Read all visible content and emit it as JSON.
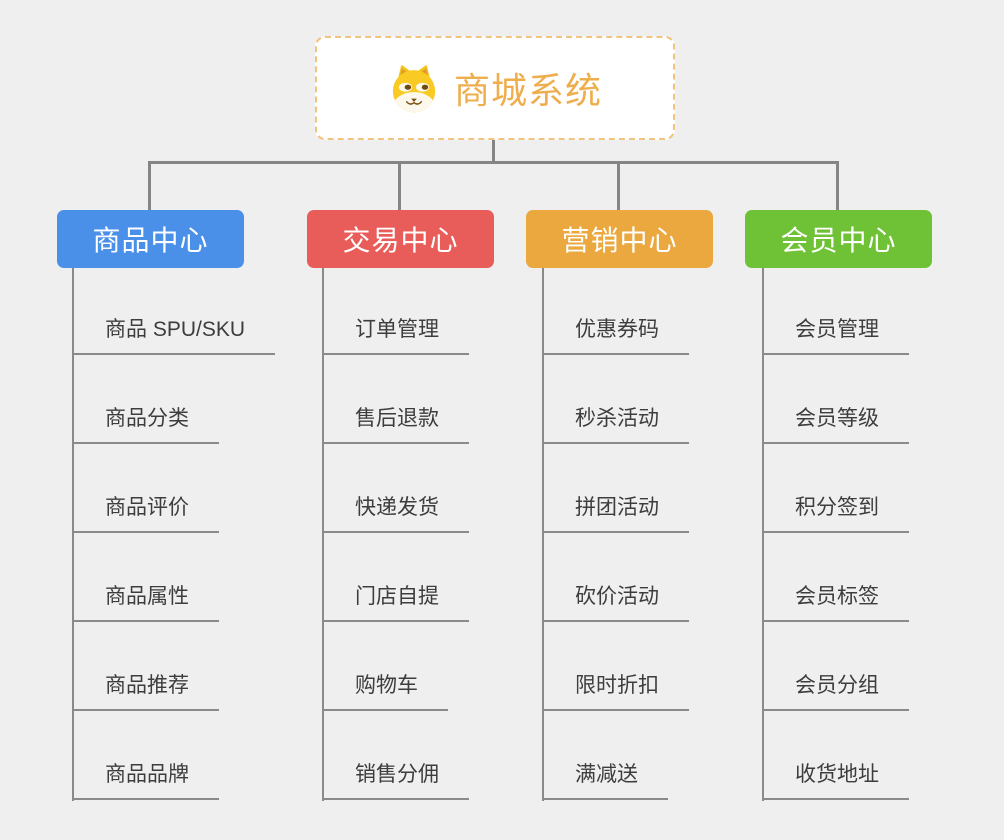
{
  "root": {
    "title": "商城系统",
    "icon": "dog-face-icon"
  },
  "branches": [
    {
      "label": "商品中心",
      "color": "#4a8fe8",
      "children": [
        "商品 SPU/SKU",
        "商品分类",
        "商品评价",
        "商品属性",
        "商品推荐",
        "商品品牌"
      ]
    },
    {
      "label": "交易中心",
      "color": "#e85c59",
      "children": [
        "订单管理",
        "售后退款",
        "快递发货",
        "门店自提",
        "购物车",
        "销售分佣"
      ]
    },
    {
      "label": "营销中心",
      "color": "#eaa83e",
      "children": [
        "优惠券码",
        "秒杀活动",
        "拼团活动",
        "砍价活动",
        "限时折扣",
        "满减送"
      ]
    },
    {
      "label": "会员中心",
      "color": "#6fc136",
      "children": [
        "会员管理",
        "会员等级",
        "积分签到",
        "会员标签",
        "会员分组",
        "收货地址"
      ]
    }
  ],
  "colors": {
    "background": "#efefef",
    "connector": "#858585",
    "leaf_line": "#8a8a8a",
    "leaf_text": "#3d3d3d",
    "root_border": "#f2c37e",
    "root_title": "#efae4e"
  }
}
